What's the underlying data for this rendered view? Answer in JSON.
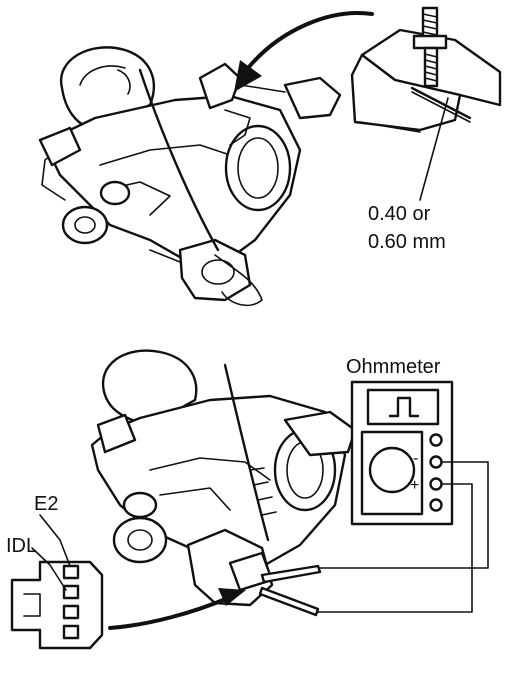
{
  "top_figure": {
    "clearance_line1": "0.40 or",
    "clearance_line2": "0.60 mm"
  },
  "bottom_figure": {
    "meter_title": "Ohmmeter",
    "meter_minus": "-",
    "meter_plus": "+",
    "terminal_e2": "E2",
    "terminal_idl": "IDL"
  }
}
